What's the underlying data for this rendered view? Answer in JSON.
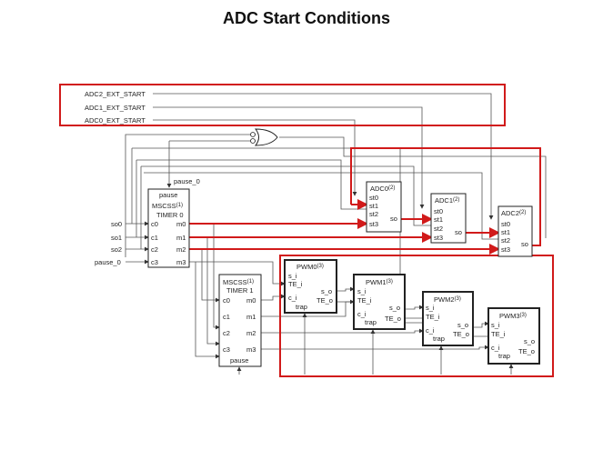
{
  "title": "ADC Start Conditions",
  "colors": {
    "highlight": "#d11a1a",
    "wire": "#555555"
  },
  "ext_starts": [
    "ADC2_EXT_START",
    "ADC1_EXT_START",
    "ADC0_EXT_START"
  ],
  "inputs": [
    "so0",
    "so1",
    "so2",
    "pause_0"
  ],
  "pause0_label": "pause_0",
  "timer0": {
    "top": "pause",
    "name": "MSCSS",
    "name_sup": "(1)",
    "sub": "TIMER 0",
    "left_ports": [
      "c0",
      "c1",
      "c2",
      "c3"
    ],
    "right_ports": [
      "m0",
      "m1",
      "m2",
      "m3"
    ]
  },
  "timer1": {
    "name": "MSCSS",
    "name_sup": "(1)",
    "sub": "TIMER 1",
    "bottom": "pause",
    "left_ports": [
      "c0",
      "c1",
      "c2",
      "c3"
    ],
    "right_ports": [
      "m0",
      "m1",
      "m2",
      "m3"
    ]
  },
  "adc0": {
    "name": "ADC0",
    "sup": "(2)",
    "ports": [
      "st0",
      "st1",
      "st2",
      "st3"
    ],
    "out": "so"
  },
  "adc1": {
    "name": "ADC1",
    "sup": "(2)",
    "ports": [
      "st0",
      "st1",
      "st2",
      "st3"
    ],
    "out": "so"
  },
  "adc2": {
    "name": "ADC2",
    "sup": "(2)",
    "ports": [
      "st0",
      "st1",
      "st2",
      "st3"
    ],
    "out": "so"
  },
  "pwm0": {
    "name": "PWM0",
    "sup": "(3)",
    "in1": "s_i",
    "in2": "TE_i",
    "in3": "c_i",
    "in4": "trap",
    "out1": "s_o",
    "out2": "TE_o"
  },
  "pwm1": {
    "name": "PWM1",
    "sup": "(3)",
    "in1": "s_i",
    "in2": "TE_i",
    "in3": "c_i",
    "in4": "trap",
    "out1": "s_o",
    "out2": "TE_o"
  },
  "pwm2": {
    "name": "PWM2",
    "sup": "(3)",
    "in1": "s_i",
    "in2": "TE_i",
    "in3": "c_i",
    "in4": "trap",
    "out1": "s_o",
    "out2": "TE_o"
  },
  "pwm3": {
    "name": "PWM3",
    "sup": "(3)",
    "in1": "s_i",
    "in2": "TE_i",
    "in3": "c_i",
    "in4": "trap",
    "out1": "s_o",
    "out2": "TE_o"
  }
}
